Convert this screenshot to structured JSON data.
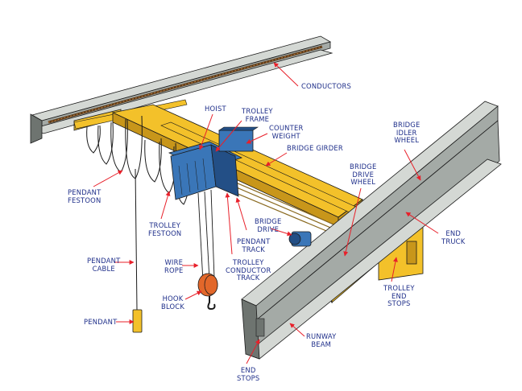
{
  "colors": {
    "beam_top": "#d4d8d4",
    "beam_face": "#a4aaa6",
    "beam_dark": "#6e7470",
    "yellow": "#f3c12a",
    "yellow_dark": "#c8961a",
    "blue": "#3a76b8",
    "blue_dark": "#234f86",
    "orange": "#e2672a",
    "arrow": "#e8202a",
    "label": "#1f2f8a",
    "outline": "#1a1a1a"
  },
  "labels": {
    "conductors": [
      "CONDUCTORS"
    ],
    "hoist": [
      "HOIST"
    ],
    "trolley_frame": [
      "TROLLEY",
      "FRAME"
    ],
    "counter_weight": [
      "COUNTER",
      "WEIGHT"
    ],
    "bridge_girder": [
      "BRIDGE GIRDER"
    ],
    "bridge_idler_wheel": [
      "BRIDGE",
      "IDLER",
      "WHEEL"
    ],
    "bridge_drive_wheel": [
      "BRIDGE",
      "DRIVE",
      "WHEEL"
    ],
    "pendant_festoon": [
      "PENDANT",
      "FESTOON"
    ],
    "trolley_festoon": [
      "TROLLEY",
      "FESTOON"
    ],
    "bridge_drive": [
      "BRIDGE",
      "DRIVE"
    ],
    "end_truck": [
      "END",
      "TRUCK"
    ],
    "pendant_track": [
      "PENDANT",
      "TRACK"
    ],
    "pendant_cable": [
      "PENDANT",
      "CABLE"
    ],
    "wire_rope": [
      "WIRE",
      "ROPE"
    ],
    "trolley_conductor_track": [
      "TROLLEY",
      "CONDUCTOR",
      "TRACK"
    ],
    "hook_block": [
      "HOOK",
      "BLOCK"
    ],
    "trolley_end_stops": [
      "TROLLEY",
      "END",
      "STOPS"
    ],
    "pendant": [
      "PENDANT"
    ],
    "runway_beam": [
      "RUNWAY",
      "BEAM"
    ],
    "end_stops": [
      "END",
      "STOPS"
    ]
  }
}
